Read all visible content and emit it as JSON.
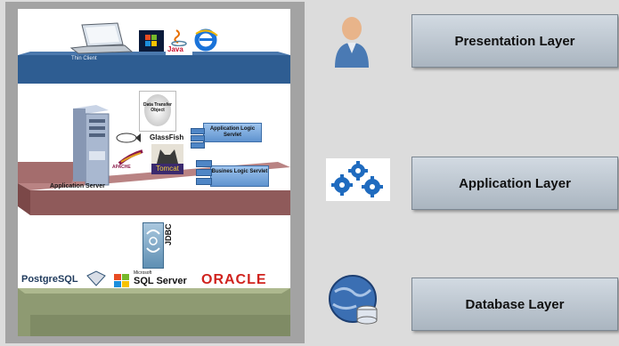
{
  "layers": [
    {
      "label": "Presentation Layer",
      "icon": "user-icon"
    },
    {
      "label": "Application Layer",
      "icon": "gears-icon"
    },
    {
      "label": "Database Layer",
      "icon": "globe-database-icon"
    }
  ],
  "presentation": {
    "client_label": "Thin Client",
    "java_label": "Java"
  },
  "application": {
    "server_label": "Application Server",
    "dto_label": "Data Transfer Object",
    "glassfish_label": "GlassFish",
    "tomcat_label": "Tomcat",
    "apache_label": "APACHE",
    "app_logic_label": "Application Logic Servlet",
    "business_logic_label": "Busines Logic Servlet"
  },
  "jdbc_label": "JDBC",
  "database": {
    "postgres_label": "PostgreSQL",
    "microsoft_label": "Microsoft",
    "sqlserver_label": "SQL Server",
    "oracle_label": "ORACLE"
  },
  "colors": {
    "presentation_slab": "#2e5d92",
    "application_slab": "#8f5a5a",
    "database_slab": "#8e9a72",
    "oracle_red": "#d0231e"
  }
}
